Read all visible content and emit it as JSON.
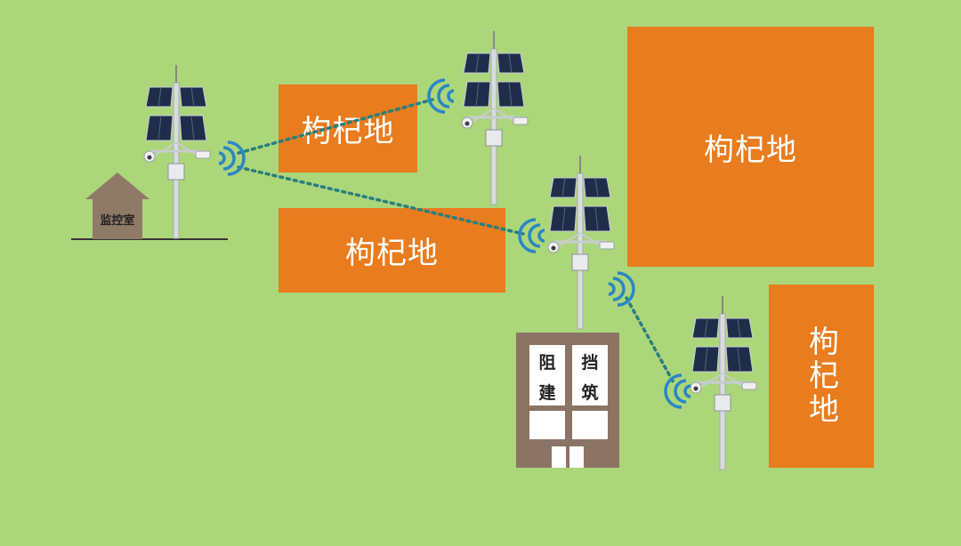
{
  "fields": {
    "field_small_top": "枸杞地",
    "field_mid_left": "枸杞地",
    "field_large_right": "枸杞地",
    "field_vertical_right": "枸杞地"
  },
  "monitor_room": {
    "label": "监控室"
  },
  "building": {
    "char1": "阻",
    "char2": "挡",
    "char3": "建",
    "char4": "筑"
  },
  "colors": {
    "background": "#acd67a",
    "field": "#e87c1e",
    "building": "#8b7466",
    "house": "#8f7a68",
    "wifi_signal": "#2b86c5",
    "link_line": "#287f7f",
    "solar_panel": "#1f2d4a"
  },
  "icons": [
    "wifi-signal-icon",
    "solar-panel-icon",
    "camera-icon",
    "house-icon",
    "building-icon"
  ]
}
